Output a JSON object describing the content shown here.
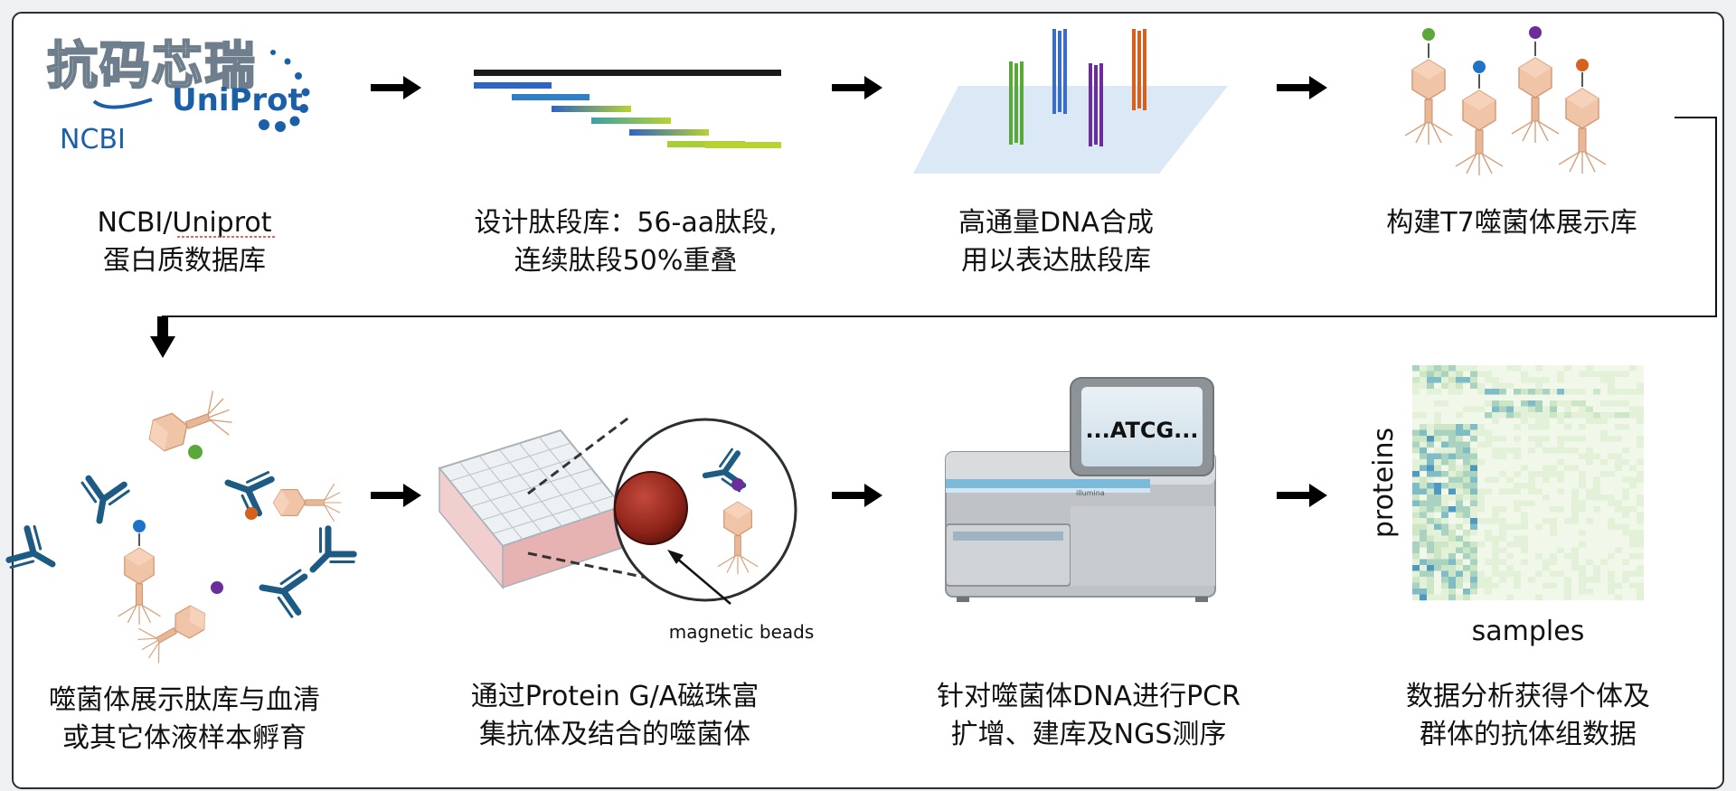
{
  "watermark": "抗码芯瑞",
  "logos": {
    "uniprot": "UniProt",
    "ncbi": "NCBI"
  },
  "steps": [
    {
      "id": "db",
      "line1": "NCBI/Uniprot",
      "line2": "蛋白质数据库"
    },
    {
      "id": "design",
      "line1": "设计肽段库：56-aa肽段,",
      "line2": "连续肽段50%重叠"
    },
    {
      "id": "synth",
      "line1": "高通量DNA合成",
      "line2": "用以表达肽段库"
    },
    {
      "id": "phage",
      "line1": "构建T7噬菌体展示库",
      "line2": ""
    },
    {
      "id": "incubate",
      "line1": "噬菌体展示肽库与血清",
      "line2": "或其它体液样本孵育"
    },
    {
      "id": "enrich",
      "line1": "通过Protein G/A磁珠富",
      "line2": "集抗体及结合的噬菌体"
    },
    {
      "id": "seq",
      "line1": "针对噬菌体DNA进行PCR",
      "line2": "扩增、建库及NGS测序"
    },
    {
      "id": "analysis",
      "line1": "数据分析获得个体及",
      "line2": "群体的抗体组数据"
    }
  ],
  "beads_label": "magnetic beads",
  "sequencer_screen": "...ATCG...",
  "sequencer_brand": "illumina",
  "heatmap": {
    "xlabel": "samples",
    "ylabel": "proteins"
  },
  "colors": {
    "frame": "#2a2f33",
    "page": "#ffffff",
    "antibody": "#1d5b84",
    "phage": "#f0c4a6",
    "green": "#5aa83a",
    "blue": "#1e73c8",
    "purple": "#6a2d9a",
    "orange": "#d8601e",
    "bead": "#8e2319"
  }
}
